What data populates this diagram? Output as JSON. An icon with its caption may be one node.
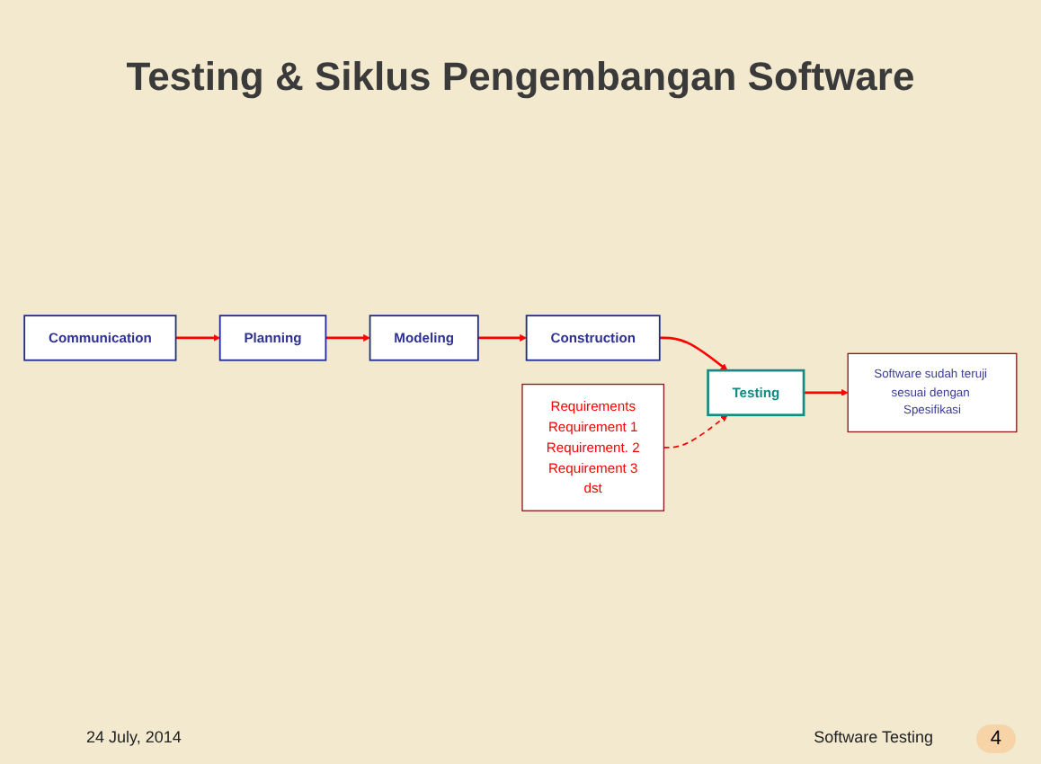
{
  "diagram": {
    "title": "Testing & Siklus Pengembangan Software",
    "nodes": [
      {
        "text": [
          "Communication"
        ]
      },
      {
        "text": [
          "Planning"
        ]
      },
      {
        "text": [
          "Modeling"
        ]
      },
      {
        "text": [
          "Construction"
        ]
      },
      {
        "text": [
          "Requirements",
          "Requirement 1",
          "Requirement. 2",
          "Requirement 3",
          "dst"
        ]
      },
      {
        "text": [
          "Testing"
        ]
      },
      {
        "text": [
          "Software sudah teruji sesuai dengan Spesifikasi"
        ]
      }
    ],
    "edges": [
      {
        "from": 0,
        "to": 1,
        "arrow": "to"
      },
      {
        "from": 1,
        "to": 2,
        "arrow": "to"
      },
      {
        "from": 2,
        "to": 3,
        "arrow": "to"
      },
      {
        "from": 3,
        "to": 5,
        "arrow": "to"
      },
      {
        "from": 4,
        "to": 5,
        "arrow": "to",
        "style": "dashed"
      },
      {
        "from": 5,
        "to": 6,
        "arrow": "to"
      }
    ],
    "labels": [
      "24 July, 2014",
      "Software Testing",
      "4"
    ]
  }
}
